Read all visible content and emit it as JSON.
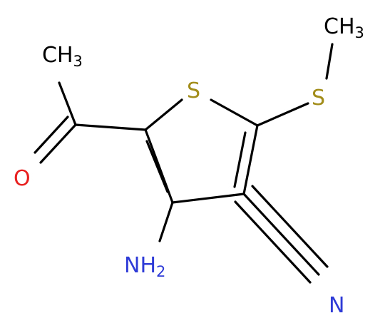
{
  "molecule": {
    "colors": {
      "bond": "#000000",
      "S": "#a38d1a",
      "O": "#e82020",
      "N": "#2f3bd6",
      "C": "#000000"
    },
    "labels": {
      "ring_s": "S",
      "sme_s": "S",
      "methyl_main": "CH",
      "methyl_sub": "3",
      "acetyl_methyl_main": "CH",
      "acetyl_methyl_sub": "3",
      "oxygen": "O",
      "amino_main": "NH",
      "amino_sub": "2",
      "nitrile_n": "N"
    }
  }
}
